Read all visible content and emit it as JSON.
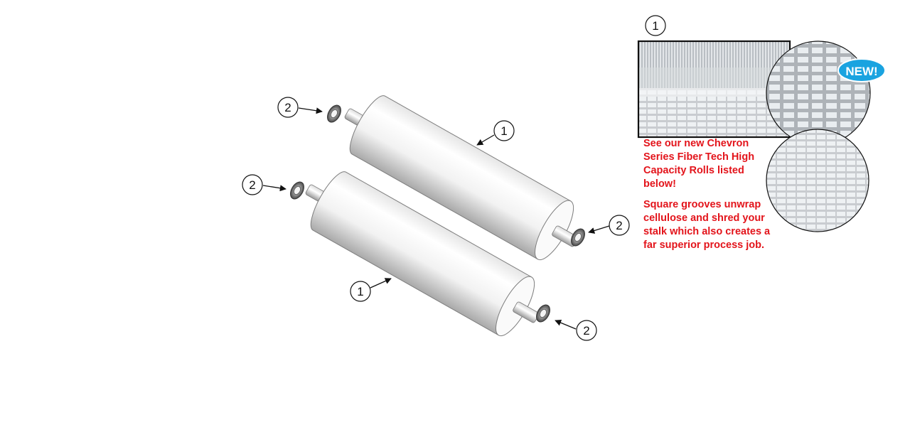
{
  "callouts": {
    "roll_label": "1",
    "bearing_label": "2",
    "inset_label": "1"
  },
  "badge": {
    "text": "NEW!",
    "color": "#1aa3e0"
  },
  "promo": {
    "line1": "See our new Chevron Series Fiber Tech High Capacity Rolls listed below!",
    "line2": "Square grooves unwrap cellulose and shred your stalk which also creates a far superior process job.",
    "color": "#e3141b"
  }
}
